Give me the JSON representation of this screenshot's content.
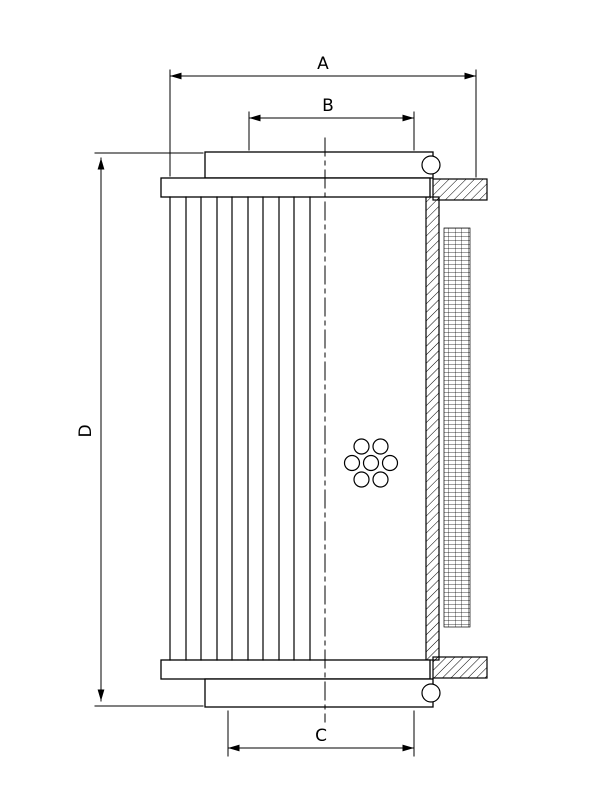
{
  "colors": {
    "background": "#ffffff",
    "line": "#000000"
  },
  "dimension_labels": {
    "a": "A",
    "b": "B",
    "c": "C",
    "d": "D"
  }
}
